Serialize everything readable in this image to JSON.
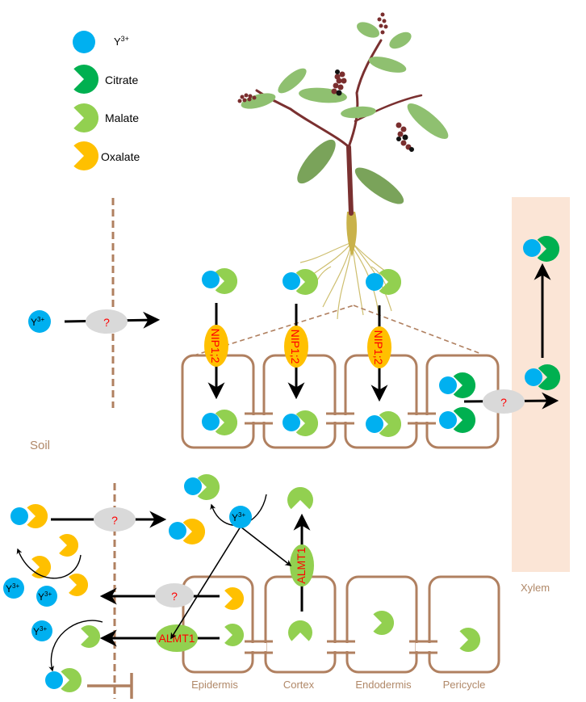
{
  "colors": {
    "yttrium": "#00b0f0",
    "citrate": "#00b050",
    "malate": "#92d050",
    "oxalate": "#ffc000",
    "transporter_unknown": "#d9d9d9",
    "question_mark": "#ff0000",
    "nip_label": "#ff0000",
    "almt_label": "#ff0000",
    "cell_wall": "#b08060",
    "xylem_fill": "#fbe5d6",
    "arrow": "#000000",
    "tissue_label": "#b08868"
  },
  "legend": {
    "items": [
      {
        "icon": "blue-circle",
        "label": "Y",
        "sup": "3+"
      },
      {
        "icon": "dark-green-pacman",
        "label": "Citrate"
      },
      {
        "icon": "light-green-pacman",
        "label": "Malate"
      },
      {
        "icon": "orange-pacman",
        "label": "Oxalate"
      }
    ]
  },
  "ion": {
    "label": "Y",
    "sup": "3+"
  },
  "unknown_transporter_label": "?",
  "nip_label": "NIP1;2",
  "almt_label": "ALMT1",
  "regions": {
    "soil": "Soil",
    "xylem": "Xylem"
  },
  "tissues": [
    "Epidermis",
    "Cortex",
    "Endodermis",
    "Pericycle"
  ]
}
